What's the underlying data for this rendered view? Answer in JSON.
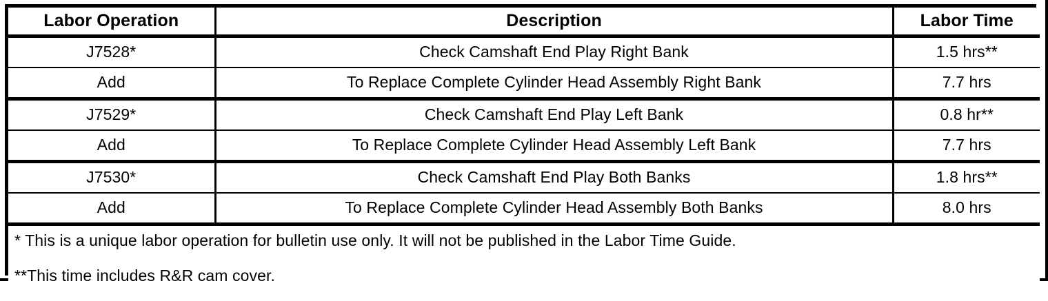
{
  "table": {
    "columns": [
      {
        "key": "operation",
        "label": "Labor Operation"
      },
      {
        "key": "description",
        "label": "Description"
      },
      {
        "key": "time",
        "label": "Labor Time"
      }
    ],
    "rows": [
      {
        "operation": "J7528*",
        "description": "Check Camshaft End Play Right Bank",
        "time": "1.5 hrs**"
      },
      {
        "operation": "Add",
        "description": "To Replace Complete Cylinder Head Assembly Right Bank",
        "time": "7.7 hrs"
      },
      {
        "operation": "J7529*",
        "description": "Check Camshaft End Play Left Bank",
        "time": "0.8 hr**"
      },
      {
        "operation": "Add",
        "description": "To Replace Complete Cylinder Head Assembly Left Bank",
        "time": "7.7 hrs"
      },
      {
        "operation": "J7530*",
        "description": "Check Camshaft End Play Both Banks",
        "time": "1.8 hrs**"
      },
      {
        "operation": "Add",
        "description": "To Replace Complete Cylinder Head Assembly Both Banks",
        "time": "8.0 hrs"
      }
    ],
    "footnotes": [
      "* This is a unique labor operation for bulletin use only. It will not be published in the Labor Time Guide.",
      "**This time includes R&R cam cover."
    ]
  },
  "colors": {
    "ink": "#000000",
    "paper": "#ffffff"
  }
}
